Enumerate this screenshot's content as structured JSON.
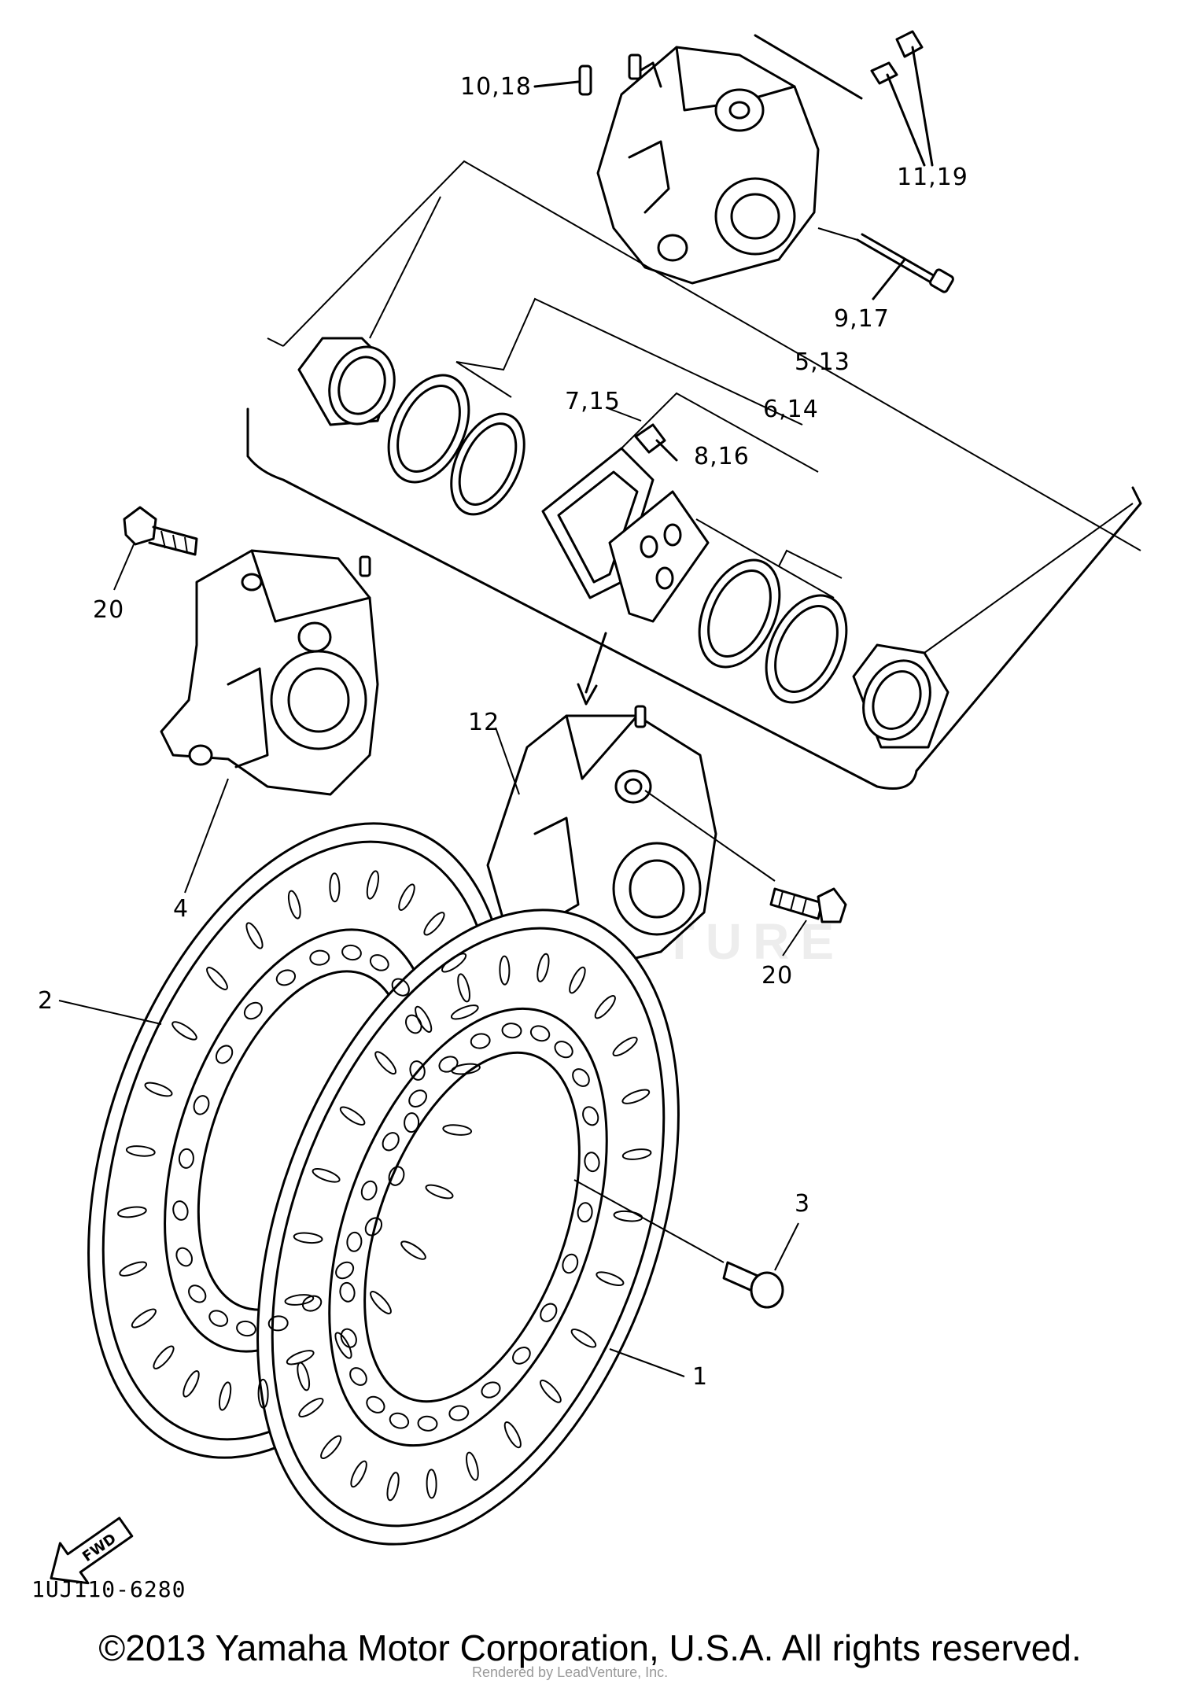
{
  "callouts": {
    "c10_18": "10,18",
    "c11_19": "11,19",
    "c9_17": "9,17",
    "c5_13": "5,13",
    "c6_14": "6,14",
    "c7_15": "7,15",
    "c8_16": "8,16",
    "c20_left": "20",
    "c4": "4",
    "c12": "12",
    "c20_right": "20",
    "c2": "2",
    "c3": "3",
    "c1": "1"
  },
  "fwd_arrow": {
    "label": "FWD"
  },
  "diagram_code": "1UJ110-6280",
  "copyright": "©2013 Yamaha Motor Corporation, U.S.A. All rights reserved.",
  "render_note": "Rendered by LeadVenture, Inc.",
  "watermark": "LEADVENTURE"
}
